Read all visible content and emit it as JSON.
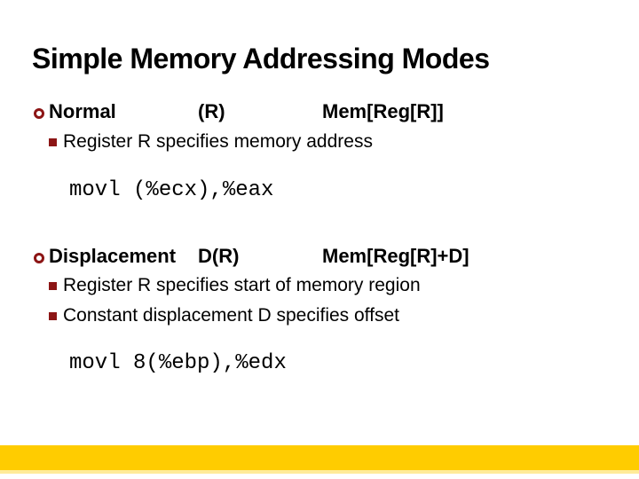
{
  "slide": {
    "title": "Simple Memory Addressing Modes",
    "accent_bullet_color": "#8C1515",
    "footer_bar_color": "#FFCC00",
    "modes": [
      {
        "name": "Normal",
        "syntax": "(R)",
        "effect": "Mem[Reg[R]]",
        "points": [
          "Register R specifies memory address"
        ],
        "example": "movl (%ecx),%eax"
      },
      {
        "name": "Displacement",
        "syntax": "D(R)",
        "effect": "Mem[Reg[R]+D]",
        "points": [
          "Register R specifies start of memory region",
          "Constant displacement D specifies offset"
        ],
        "example": "movl 8(%ebp),%edx"
      }
    ]
  }
}
